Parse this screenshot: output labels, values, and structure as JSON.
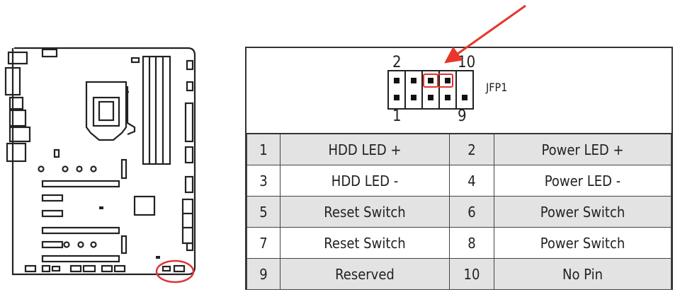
{
  "header": {
    "name": "JFP1",
    "top_left_pin": "2",
    "top_right_pin": "10",
    "bottom_left_pin": "1",
    "bottom_right_pin": "9",
    "highlighted_pins": [
      "6",
      "8"
    ],
    "highlight_color": "#e0322c",
    "arrow_color": "#e8362d"
  },
  "board": {
    "callout": "front panel header location",
    "callout_color": "#d9363e"
  },
  "pin_table": {
    "rows": [
      {
        "pin_a": "1",
        "signal_a": "HDD LED +",
        "pin_b": "2",
        "signal_b": "Power LED +"
      },
      {
        "pin_a": "3",
        "signal_a": "HDD LED -",
        "pin_b": "4",
        "signal_b": "Power LED -"
      },
      {
        "pin_a": "5",
        "signal_a": "Reset Switch",
        "pin_b": "6",
        "signal_b": "Power Switch"
      },
      {
        "pin_a": "7",
        "signal_a": "Reset Switch",
        "pin_b": "8",
        "signal_b": "Power Switch"
      },
      {
        "pin_a": "9",
        "signal_a": "Reserved",
        "pin_b": "10",
        "signal_b": "No Pin"
      }
    ],
    "shade_color": "#e4e3e3"
  }
}
